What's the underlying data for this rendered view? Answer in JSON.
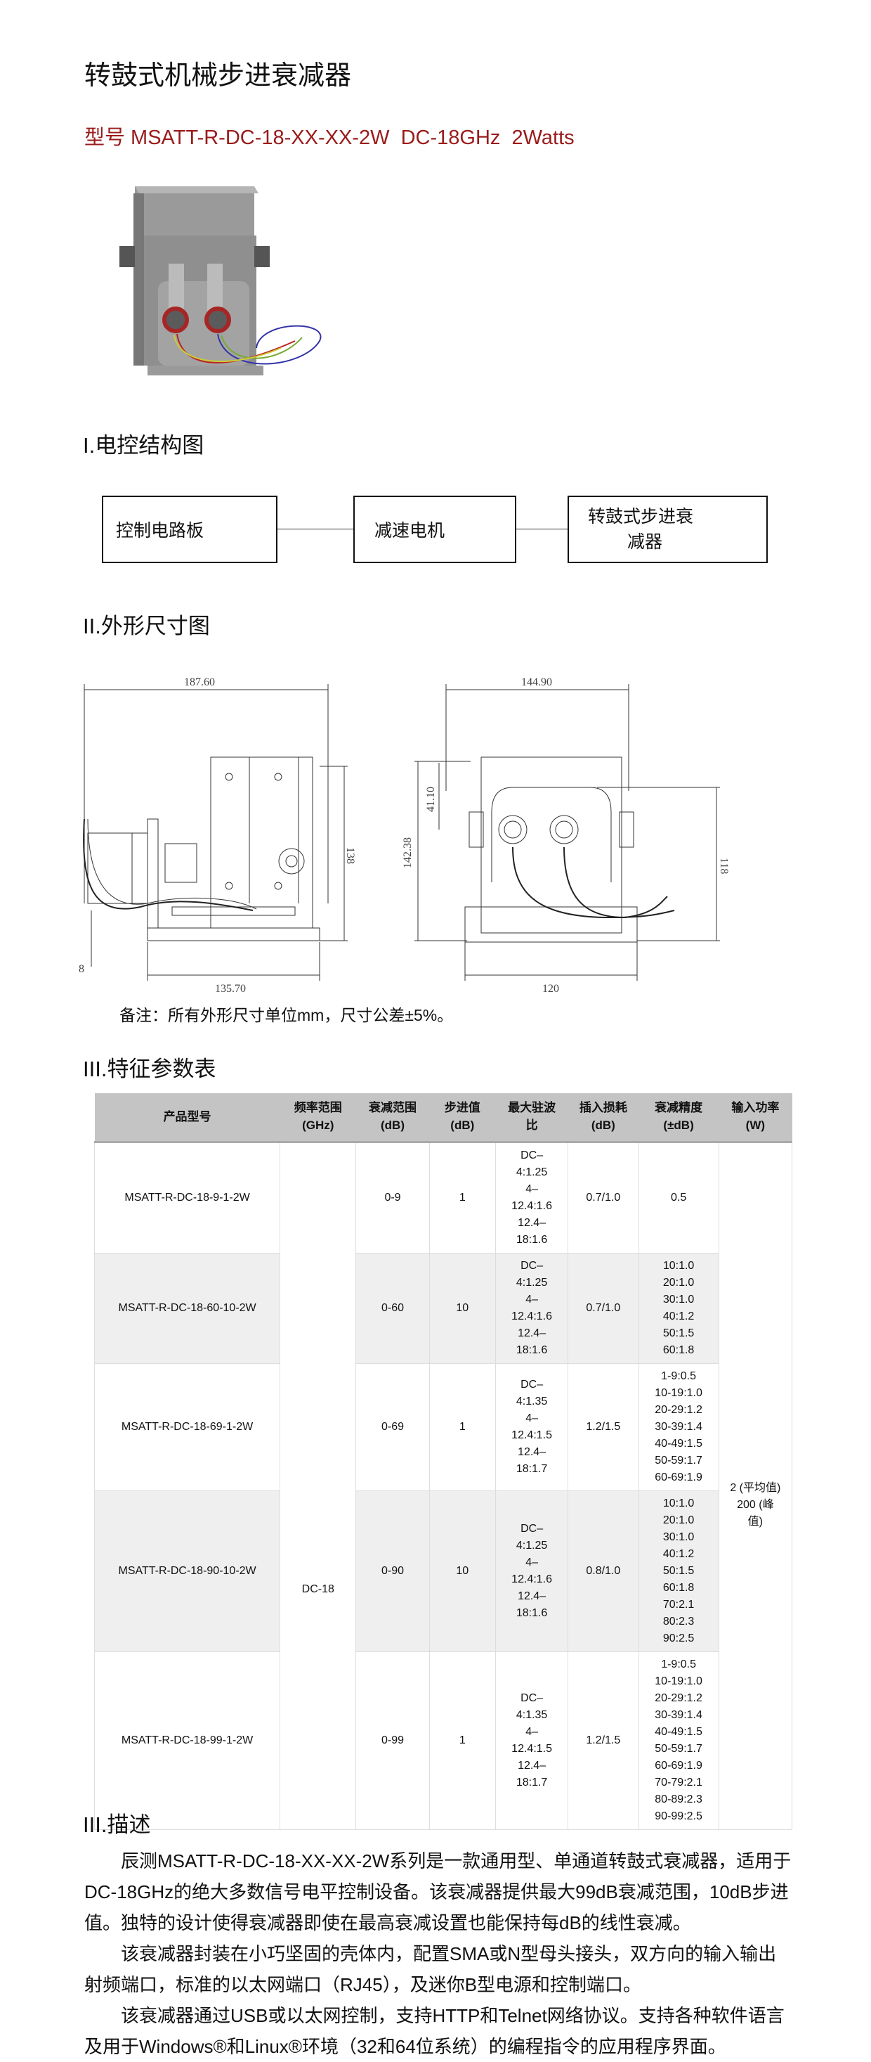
{
  "title": "转鼓式机械步进衰减器",
  "model_line": "型号 MSATT-R-DC-18-XX-XX-2W  DC-18GHz  2Watts",
  "section1": {
    "heading": "I.电控结构图",
    "blocks": [
      "控制电路板",
      "减速电机",
      "转鼓式步进衰",
      "减器"
    ]
  },
  "section2": {
    "heading": "II.外形尺寸图",
    "dims_side": {
      "width_top": "187.60",
      "height": "138",
      "base": "135.70",
      "offset": "8"
    },
    "dims_front": {
      "width_top": "144.90",
      "height_left": "142.38",
      "inner": "41.10",
      "height_right": "118",
      "base": "120"
    },
    "note": "备注：所有外形尺寸单位mm，尺寸公差±5%。"
  },
  "section3": {
    "heading": "III.特征参数表",
    "headers": [
      [
        "产品型号",
        ""
      ],
      [
        "频率范围",
        "(GHz)"
      ],
      [
        "衰减范围",
        "(dB)"
      ],
      [
        "步进值",
        "(dB)"
      ],
      [
        "最大驻波",
        "比"
      ],
      [
        "插入损耗",
        "(dB)"
      ],
      [
        "衰减精度",
        "(±dB)"
      ],
      [
        "输入功率",
        "(W)"
      ]
    ],
    "freq_range": "DC-18",
    "input_power": [
      "2 (平均值)",
      "200 (峰",
      "值)"
    ],
    "rows": [
      {
        "model": "MSATT-R-DC-18-9-1-2W",
        "range": "0-9",
        "step": "1",
        "vswr": [
          "DC–",
          "4:1.25",
          "4–",
          "12.4:1.6",
          "12.4–",
          "18:1.6"
        ],
        "il": "0.7/1.0",
        "acc": [
          "0.5"
        ]
      },
      {
        "model": "MSATT-R-DC-18-60-10-2W",
        "range": "0-60",
        "step": "10",
        "vswr": [
          "DC–",
          "4:1.25",
          "4–",
          "12.4:1.6",
          "12.4–",
          "18:1.6"
        ],
        "il": "0.7/1.0",
        "acc": [
          "10:1.0",
          "20:1.0",
          "30:1.0",
          "40:1.2",
          "50:1.5",
          "60:1.8"
        ]
      },
      {
        "model": "MSATT-R-DC-18-69-1-2W",
        "range": "0-69",
        "step": "1",
        "vswr": [
          "DC–",
          "4:1.35",
          "4–",
          "12.4:1.5",
          "12.4–",
          "18:1.7"
        ],
        "il": "1.2/1.5",
        "acc": [
          "1-9:0.5",
          "10-19:1.0",
          "20-29:1.2",
          "30-39:1.4",
          "40-49:1.5",
          "50-59:1.7",
          "60-69:1.9"
        ]
      },
      {
        "model": "MSATT-R-DC-18-90-10-2W",
        "range": "0-90",
        "step": "10",
        "vswr": [
          "DC–",
          "4:1.25",
          "4–",
          "12.4:1.6",
          "12.4–",
          "18:1.6"
        ],
        "il": "0.8/1.0",
        "acc": [
          "10:1.0",
          "20:1.0",
          "30:1.0",
          "40:1.2",
          "50:1.5",
          "60:1.8",
          "70:2.1",
          "80:2.3",
          "90:2.5"
        ]
      },
      {
        "model": "MSATT-R-DC-18-99-1-2W",
        "range": "0-99",
        "step": "1",
        "vswr": [
          "DC–",
          "4:1.35",
          "4–",
          "12.4:1.5",
          "12.4–",
          "18:1.7"
        ],
        "il": "1.2/1.5",
        "acc": [
          "1-9:0.5",
          "10-19:1.0",
          "20-29:1.2",
          "30-39:1.4",
          "40-49:1.5",
          "50-59:1.7",
          "60-69:1.9",
          "70-79:2.1",
          "80-89:2.3",
          "90-99:2.5"
        ]
      }
    ]
  },
  "section4": {
    "heading": "III.描述",
    "paragraphs": [
      "辰测MSATT-R-DC-18-XX-XX-2W系列是一款通用型、单通道转鼓式衰减器，适用于DC-18GHz的绝大多数信号电平控制设备。该衰减器提供最大99dB衰减范围，10dB步进值。独特的设计使得衰减器即使在最高衰减设置也能保持每dB的线性衰减。",
      "该衰减器封装在小巧坚固的壳体内，配置SMA或N型母头接头，双方向的输入输出射频端口，标准的以太网端口（RJ45），及迷你B型电源和控制端口。",
      "该衰减器通过USB或以太网控制，支持HTTP和Telnet网络协议。支持各种软件语言及用于Windows®和Linux®环境（32和64位系统）的编程指令的应用程序界面。"
    ]
  }
}
